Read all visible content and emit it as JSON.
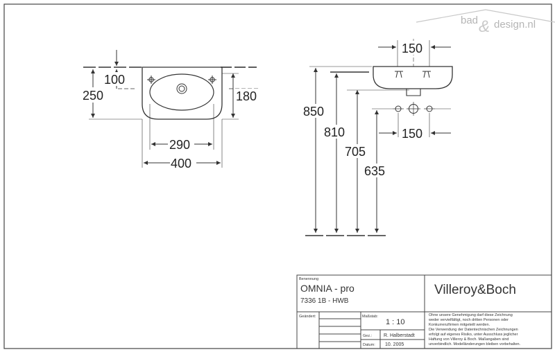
{
  "watermark": {
    "left": "bad",
    "amp": "&",
    "right": "design.nl"
  },
  "plan_view": {
    "dims": {
      "depth_offset": "100",
      "depth_total": "250",
      "bowl_depth": "180",
      "bowl_width": "290",
      "overall_width": "400"
    }
  },
  "elevation_view": {
    "dims": {
      "waste_spacing": "150",
      "rim_height": "850",
      "bowl_height": "810",
      "waste_height_a": "705",
      "waste_height_b": "635",
      "supply_spacing": "150"
    }
  },
  "title_block": {
    "label_designation": "Benennung",
    "product_name": "OMNIA - pro",
    "product_code": "7336 1B - HWB",
    "brand": "Villeroy&Boch",
    "label_changed": "Geändert:",
    "label_scale": "Maßstab:",
    "scale": "1 : 10",
    "label_by": "Gez.:",
    "drawn_by": "R. Halberstadt",
    "label_date": "Datum:",
    "date": "10. 2005",
    "disclaimer": [
      "Ohne unsere Genehmigung darf diese Zeichnung",
      "weder vervielfältigt, noch dritten Personen oder",
      "Konkurrenzfirmen mitgeteilt werden.",
      "Die Verwendung der Datentechnischen Zeichnungen",
      "erfolgt auf eigenes Risiko, unter Ausschluss jeglicher",
      "Haftung von Villeroy & Boch. Maßangaben sind",
      "unverbindlich. Modelländerungen bleiben vorbehalten."
    ]
  }
}
